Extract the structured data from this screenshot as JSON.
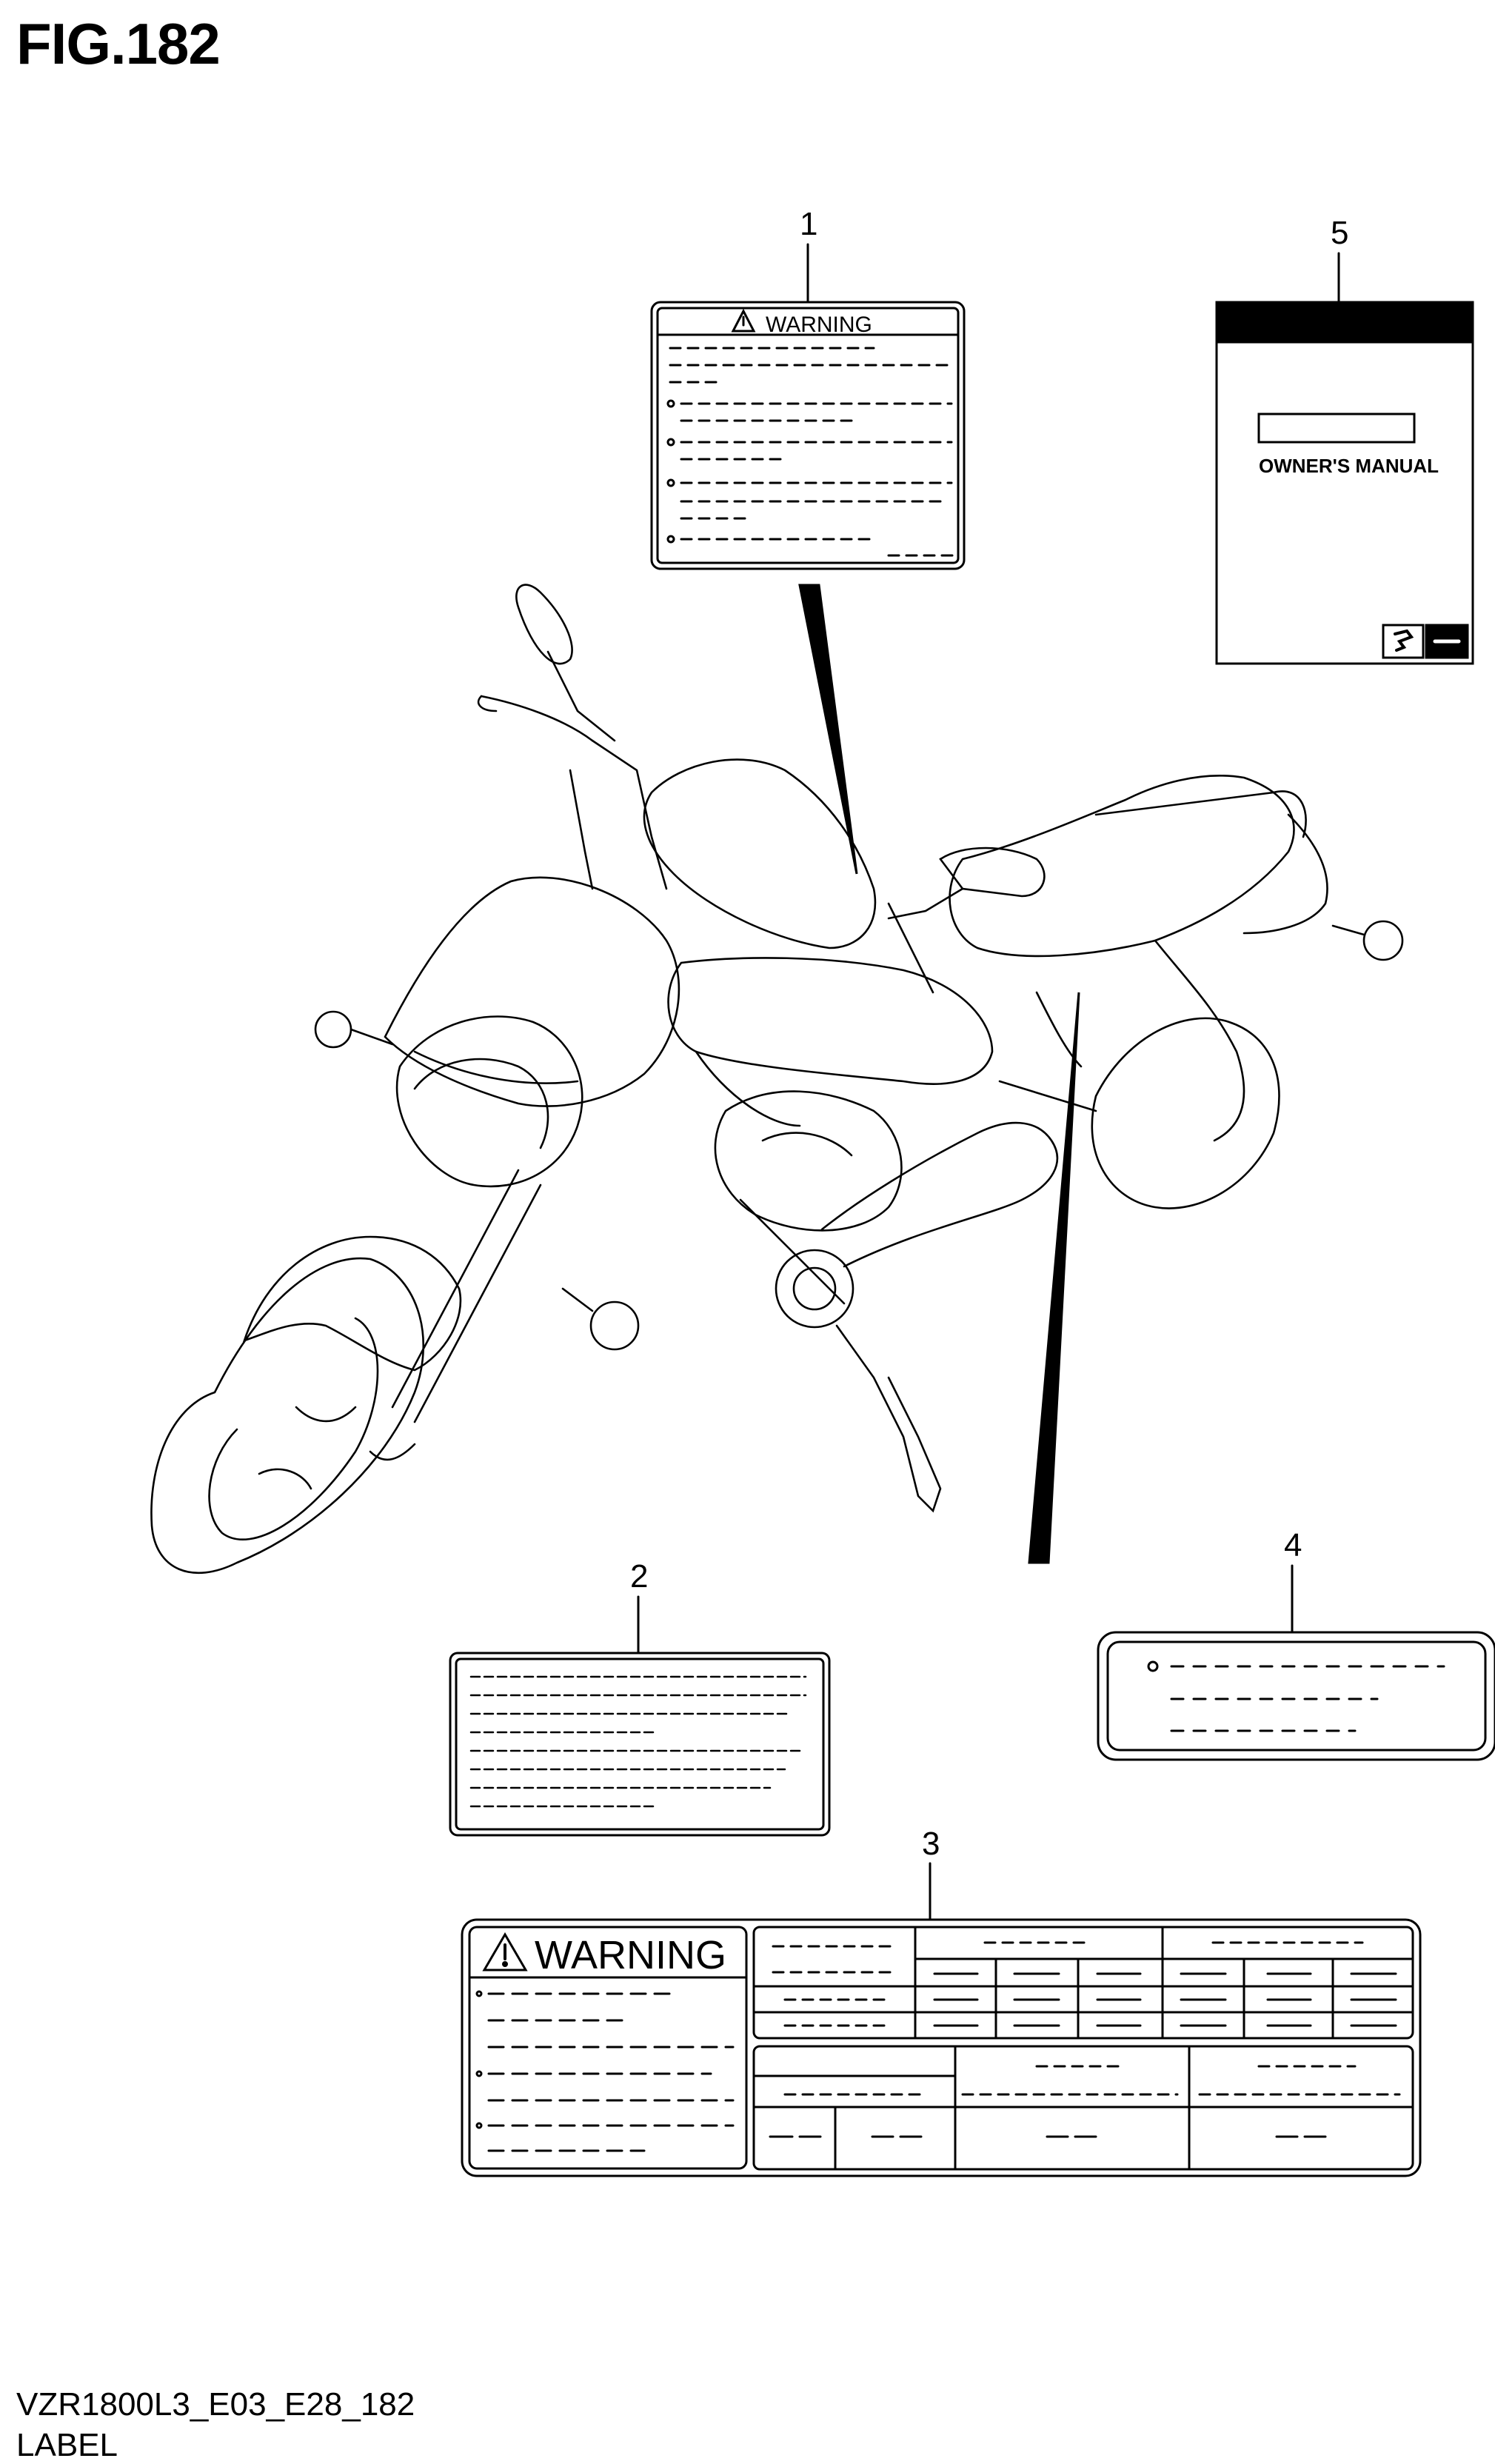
{
  "figure": {
    "title": "FIG.182"
  },
  "callouts": [
    "1",
    "2",
    "3",
    "4",
    "5"
  ],
  "labels": {
    "warning_small": "WARNING",
    "warning_large": "WARNING",
    "owners_manual": "OWNER'S MANUAL"
  },
  "footer": {
    "code": "VZR1800L3_E03_E28_182",
    "name": "LABEL"
  }
}
